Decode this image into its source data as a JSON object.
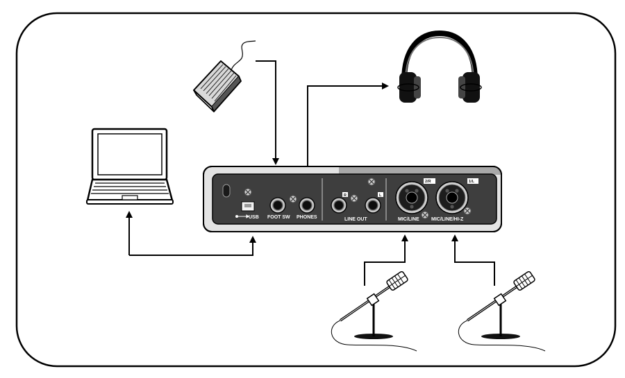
{
  "interface": {
    "ports": {
      "usb": "USB",
      "foot_sw": "FOOT SW",
      "phones": "PHONES",
      "line_out": "LINE OUT",
      "mic_line": "MIC/LINE",
      "mic_line_hiz": "MIC/LINE/HI-Z"
    },
    "channels": {
      "line_out_right": "R",
      "line_out_left": "L",
      "input_2": "2/R",
      "input_1": "1/L"
    }
  },
  "devices": [
    "laptop",
    "foot-switch",
    "headphones",
    "microphone",
    "microphone"
  ]
}
